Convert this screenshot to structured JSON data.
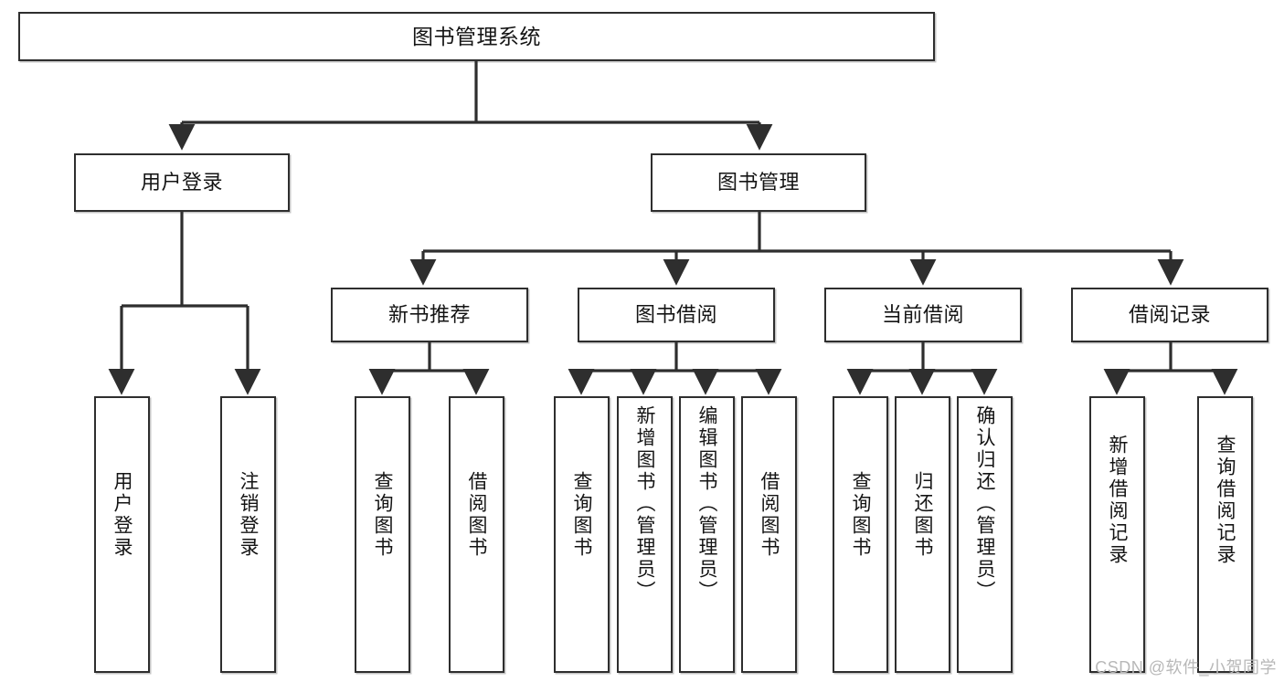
{
  "diagram": {
    "type": "tree-hierarchy",
    "title": "图书管理系统",
    "watermark": "CSDN @软件_小贺同学",
    "colors": {
      "stroke": "#2e2e2e",
      "fill": "#ffffff",
      "text": "#141414",
      "watermark": "#b8b8b8"
    },
    "levels": {
      "root": {
        "label": "图书管理系统"
      },
      "level2": [
        {
          "id": "user-login",
          "label": "用户登录"
        },
        {
          "id": "book-manage",
          "label": "图书管理"
        }
      ],
      "level3": [
        {
          "id": "new-book-recommend",
          "label": "新书推荐"
        },
        {
          "id": "book-borrow",
          "label": "图书借阅"
        },
        {
          "id": "current-borrow",
          "label": "当前借阅"
        },
        {
          "id": "borrow-record",
          "label": "借阅记录"
        }
      ],
      "leaves": {
        "user-login": [
          {
            "id": "leaf-user-login",
            "label": "用户登录"
          },
          {
            "id": "leaf-logout",
            "label": "注销登录"
          }
        ],
        "new-book-recommend": [
          {
            "id": "leaf-query-book-1",
            "label": "查询图书"
          },
          {
            "id": "leaf-borrow-book-1",
            "label": "借阅图书"
          }
        ],
        "book-borrow": [
          {
            "id": "leaf-query-book-2",
            "label": "查询图书"
          },
          {
            "id": "leaf-add-book",
            "label": "新增图书（管理员）"
          },
          {
            "id": "leaf-edit-book",
            "label": "编辑图书（管理员）"
          },
          {
            "id": "leaf-borrow-book-2",
            "label": "借阅图书"
          }
        ],
        "current-borrow": [
          {
            "id": "leaf-query-book-3",
            "label": "查询图书"
          },
          {
            "id": "leaf-return-book",
            "label": "归还图书"
          },
          {
            "id": "leaf-confirm-return",
            "label": "确认归还（管理员）"
          }
        ],
        "borrow-record": [
          {
            "id": "leaf-add-record",
            "label": "新增借阅记录"
          },
          {
            "id": "leaf-query-record",
            "label": "查询借阅记录"
          }
        ]
      }
    }
  }
}
